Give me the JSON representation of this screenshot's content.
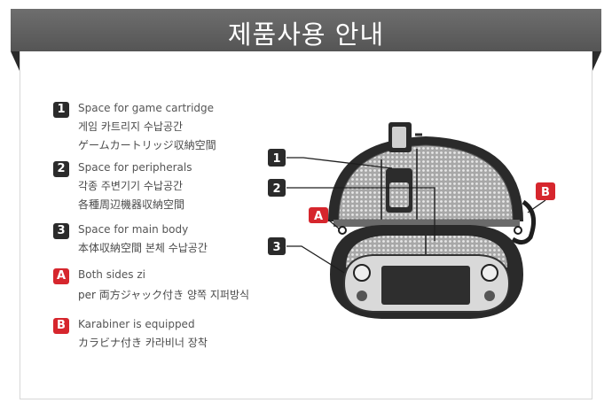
{
  "header": {
    "title": "제품사용 안내"
  },
  "legend": [
    {
      "badge": "1",
      "style": "dark",
      "lines": [
        "Space for game cartridge",
        "게임 카트리지 수납공간",
        "ゲームカートリッジ収納空間"
      ]
    },
    {
      "badge": "2",
      "style": "dark",
      "lines": [
        "Space for peripherals",
        "각종 주변기기 수납공간",
        "各種周辺機器収納空間"
      ]
    },
    {
      "badge": "3",
      "style": "dark",
      "lines": [
        "Space for main body",
        "本体収納空間  본체 수납공간"
      ]
    },
    {
      "badge": "A",
      "style": "red",
      "lines": [
        "Both sides zi",
        "per  両方ジャック付き  양쪽 지퍼방식"
      ]
    },
    {
      "badge": "B",
      "style": "red",
      "lines": [
        "Karabiner is equipped",
        "カラビナ付き  카라비너 장착"
      ]
    }
  ],
  "diagram": {
    "callouts": [
      "1",
      "2",
      "3",
      "A",
      "B"
    ],
    "colors": {
      "dark_badge": "#2b2b2b",
      "red_badge": "#d6262d",
      "mesh": "#8a8a8a",
      "case_outline": "#1e1e1e"
    }
  }
}
